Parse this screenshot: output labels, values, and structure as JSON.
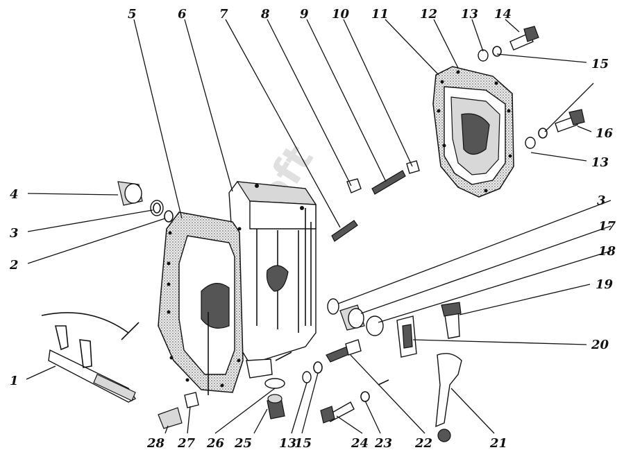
{
  "watermark": "AutoSoft",
  "callouts": [
    {
      "id": "c1",
      "label": "1"
    },
    {
      "id": "c2",
      "label": "2"
    },
    {
      "id": "c3a",
      "label": "3"
    },
    {
      "id": "c3b",
      "label": "3"
    },
    {
      "id": "c4",
      "label": "4"
    },
    {
      "id": "c5",
      "label": "5"
    },
    {
      "id": "c6",
      "label": "6"
    },
    {
      "id": "c7",
      "label": "7"
    },
    {
      "id": "c8",
      "label": "8"
    },
    {
      "id": "c9",
      "label": "9"
    },
    {
      "id": "c10",
      "label": "10"
    },
    {
      "id": "c11",
      "label": "11"
    },
    {
      "id": "c12",
      "label": "12"
    },
    {
      "id": "c13a",
      "label": "13"
    },
    {
      "id": "c13b",
      "label": "13"
    },
    {
      "id": "c13c",
      "label": "13"
    },
    {
      "id": "c14",
      "label": "14"
    },
    {
      "id": "c15a",
      "label": "15"
    },
    {
      "id": "c15b",
      "label": "15"
    },
    {
      "id": "c16",
      "label": "16"
    },
    {
      "id": "c17",
      "label": "17"
    },
    {
      "id": "c18",
      "label": "18"
    },
    {
      "id": "c19",
      "label": "19"
    },
    {
      "id": "c20",
      "label": "20"
    },
    {
      "id": "c21",
      "label": "21"
    },
    {
      "id": "c22",
      "label": "22"
    },
    {
      "id": "c23",
      "label": "23"
    },
    {
      "id": "c24",
      "label": "24"
    },
    {
      "id": "c25",
      "label": "25"
    },
    {
      "id": "c26",
      "label": "26"
    },
    {
      "id": "c27",
      "label": "27"
    },
    {
      "id": "c28",
      "label": "28"
    }
  ]
}
